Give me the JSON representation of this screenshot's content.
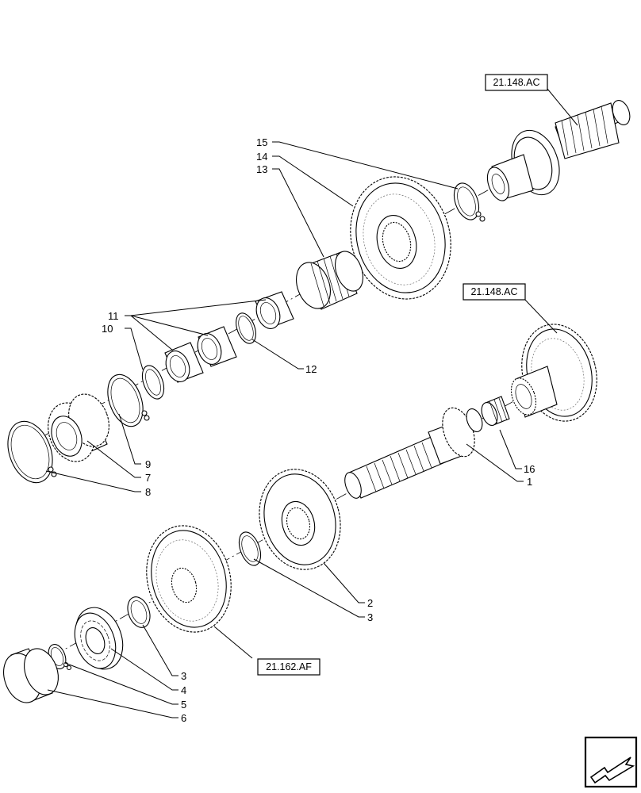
{
  "references": {
    "top_shaft": "21.148.AC",
    "gear_cluster": "21.148.AC",
    "lower_gear": "21.162.AF"
  },
  "part_numbers": {
    "n1": "1",
    "n2": "2",
    "n3a": "3",
    "n3b": "3",
    "n4": "4",
    "n5": "5",
    "n6": "6",
    "n7": "7",
    "n8": "8",
    "n9": "9",
    "n10": "10",
    "n11": "11",
    "n12": "12",
    "n13": "13",
    "n14": "14",
    "n15": "15",
    "n16": "16"
  },
  "icons": {
    "navigation": "navigation-arrow-icon"
  }
}
